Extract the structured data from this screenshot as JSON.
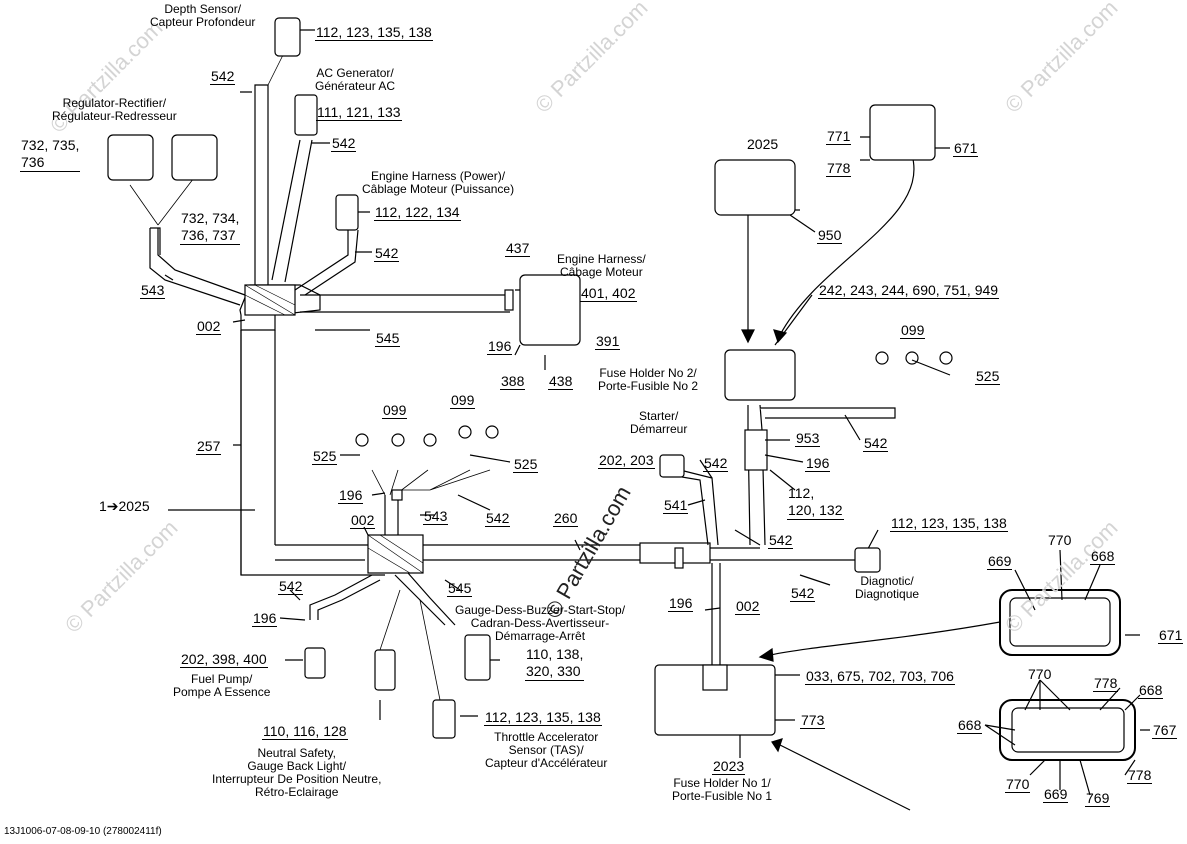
{
  "labels": {
    "depth_sensor": "Depth Sensor/\nCapteur Profondeur",
    "ac_generator": "AC Generator/\nGénérateur AC",
    "regulator": "Regulator-Rectifier/\nRégulateur-Redresseur",
    "engine_harness_power": "Engine Harness (Power)/\nCâblage Moteur (Puissance)",
    "engine_harness": "Engine Harness/\nCâbage Moteur",
    "fuse_holder_2": "Fuse Holder No 2/\nPorte-Fusible No 2",
    "starter": "Starter/\nDémarreur",
    "diagnostic": "Diagnotic/\nDiagnotique",
    "gauge": "Gauge-Dess-Buzzer-Start-Stop/\nCadran-Dess-Avertisseur-\nDémarrage-Arrêt",
    "fuel_pump": "Fuel Pump/\nPompe A Essence",
    "neutral_safety": "Neutral Safety,\nGauge Back Light/\nInterrupteur De Position Neutre,\nRétro-Eclairage",
    "tas": "Throttle Accelerator\nSensor (TAS)/\nCapteur d'Accélérateur",
    "fuse_holder_1": "Fuse Holder No 1/\nPorte-Fusible No 1"
  },
  "callouts": {
    "c112_123_135_138_top": "112, 123, 135, 138",
    "c542_a": "542",
    "c111_121_133": "111, 121, 133",
    "c542_b": "542",
    "c732_735_736": "732, 735,\n736",
    "c732_734_736_737": "732, 734,\n736, 737",
    "c112_122_134": "112, 122, 134",
    "c542_c": "542",
    "c543_a": "543",
    "c002_a": "002",
    "c545_a": "545",
    "c437": "437",
    "c401_402": "401, 402",
    "c196_a": "196",
    "c391": "391",
    "c388": "388",
    "c438": "438",
    "c2025": "2025",
    "c950": "950",
    "c771": "771",
    "c778_a": "778",
    "c671_a": "671",
    "c242_list": "242, 243, 244, 690, 751, 949",
    "c099_a": "099",
    "c525_a": "525",
    "c542_d": "542",
    "c953": "953",
    "c196_b": "196",
    "c112_120_132": "112,\n120, 132",
    "c542_e": "542",
    "c202_203": "202, 203",
    "c541": "541",
    "c542_f": "542",
    "c112_123_135_138_mid": "112, 123, 135, 138",
    "c542_g": "542",
    "c257": "257",
    "c1_2025": "1➔2025",
    "c099_b": "099",
    "c099_c": "099",
    "c525_b": "525",
    "c525_c": "525",
    "c196_c": "196",
    "c543_b": "543",
    "c542_h": "542",
    "c002_b": "002",
    "c260": "260",
    "c542_i": "542",
    "c545_b": "545",
    "c196_d": "196",
    "c196_e": "196",
    "c002_c": "002",
    "c202_398_400": "202, 398, 400",
    "c110_138_320_330": "110, 138,\n320, 330",
    "c033_list": "033, 675, 702, 703, 706",
    "c773": "773",
    "c110_116_128": "110, 116, 128",
    "c112_123_135_138_bot": "112, 123, 135, 138",
    "c2023": "2023",
    "c770_a": "770",
    "c669_a": "669",
    "c668_a": "668",
    "c671_b": "671",
    "c770_b": "770",
    "c778_b": "778",
    "c668_b": "668",
    "c668_c": "668",
    "c767": "767",
    "c778_c": "778",
    "c770_c": "770",
    "c669_b": "669",
    "c769": "769"
  },
  "footer": "13J1006-07-08-09-10 (278002411f)",
  "watermark": "© Partzilla.com",
  "watermark_center": "© Partzilla.com"
}
